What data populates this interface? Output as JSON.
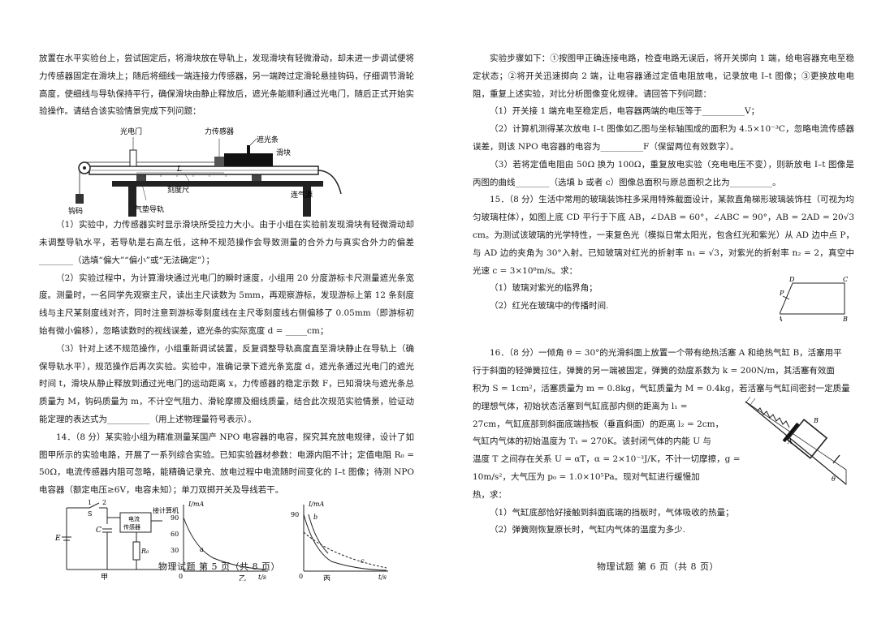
{
  "left_page": {
    "p_intro": "放置在水平实验台上，尝试固定后，将滑块放在导轨上，发现滑块有轻微滑动，却未进一步调试便将力传感器固定在滑块上；随后将细线一端连接力传感器，另一端跨过定滑轮悬挂钩码，仔细调节滑轮高度，使细线与导轨保持平行，确保滑块由静止释放后，遮光条能顺利通过光电门，随后正式开始实验操作。请结合该实验情景完成下列问题：",
    "fig1": {
      "label_photogate": "光电门",
      "label_force_sensor": "力传感器",
      "label_shade": "遮光条",
      "label_slider": "滑块",
      "label_L": "L",
      "label_ruler": "刻度尺",
      "label_air_source": "连气源",
      "label_weight": "钩码",
      "label_air_track": "气垫导轨"
    },
    "q1": "（1）实验中，力传感器实时显示滑块所受拉力大小。由于小组在实验前发现滑块有轻微滑动却未调整导轨水平，若导轨是右高左低，这种不规范操作会导致测量的合外力与真实合外力的偏差________（选填“偏大”“偏小”或“无法确定”）；",
    "q2": "（2）实验过程中，为计算滑块通过光电门的瞬时速度，小组用 20 分度游标卡尺测量遮光条宽度。测量时，一名同学先观察主尺，读出主尺读数为 5mm，再观察游标，发现游标上第 12 条刻度线与主尺某刻度线对齐，同时注意到游标零刻度线在主尺零刻度线右侧偏移了 0.05mm（即游标初始有微小偏移），忽略读数时的视线误差，遮光条的实际宽度 d = _____cm；",
    "q3": "（3）针对上述不规范操作，小组重新调试装置，反复调整导轨高度直至滑块静止在导轨上（确保导轨水平），规范操作后再次实验。实验中，准确记录下遮光条宽度 d，遮光条通过光电门的遮光时间 t，滑块从静止释放到通过光电门的运动距离 x，力传感器的稳定示数 F，已知滑块与遮光条总质量为 M，钩码质量为 m，不计空气阻力、滑轮摩擦及细线质量，结合此次规范实验情景，验证动能定理的表达式为__________（用上述物理量符号表示）。",
    "q14": "14．（8 分）某实验小组为精准测量某国产 NPO 电容器的电容，探究其充放电规律，设计了如图甲所示的实验电路，开展了一系列综合实验。已知实验器材参数：电源内阻不计；定值电阻 R₀ = 50Ω，电流传感器内阻可忽略，能精确记录充、放电过程中电流随时间变化的 I–t 图像；待测 NPO 电容器（额定电压≥6V，电容未知）；单刀双掷开关及导线若干。",
    "circuit": {
      "label_S": "S",
      "label_1": "1",
      "label_2": "2",
      "label_E": "E",
      "label_C": "C",
      "label_R0": "R₀",
      "label_sensor_1": "电流",
      "label_sensor_2": "传感器",
      "label_computer": "接计算机",
      "caption": "甲"
    },
    "graph_yi": {
      "ylabel": "I/mA",
      "xlabel": "t/s",
      "origin": "0",
      "ticks": [
        "90",
        "60",
        "30"
      ],
      "curve_label": "a",
      "caption": "乙"
    },
    "graph_bing": {
      "ylabel": "I/mA",
      "xlabel": "t/s",
      "origin": "0",
      "tick": "90",
      "curve_b": "b",
      "curve_c": "c",
      "caption": "丙"
    },
    "footer": "物理试题  第 5 页（共 8 页）"
  },
  "right_page": {
    "steps": "实验步骤如下：①按图甲正确连接电路，检查电路无误后，将开关掷向 1 端，给电容器充电至稳定状态；②将开关迅速掷向 2 端，让电容器通过定值电阻放电，记录放电 I–t 图像；③更换放电电阻，重复上述实验，对比分析图像变化规律。请回答下列问题：",
    "q14_1": "（1）开关接 1 端充电至稳定后，电容器两端的电压等于__________V；",
    "q14_2": "（2）计算机测得某次放电 I–t 图像如乙图与坐标轴围成的面积为 4.5×10⁻³C，忽略电流传感器误差，则该 NPO 电容器的电容为__________F（保留两位有效数字）。",
    "q14_3": "（3）若将定值电阻由 50Ω 换为 100Ω，重复放电实验（充电电压不变），则新放电 I–t 图像是丙图的曲线________（选填 b 或者 c）图像总面积与原总面积之比为__________。",
    "q15": "15．（8 分）生活中常用的玻璃装饰柱多采用特殊截面设计，某款直角梯形玻璃装饰柱（可视为均匀玻璃柱体），如图上底 CD 平行于下底 AB，∠DAB = 60°，∠ABC = 90°，AB = 2AD = 20√3 cm。为测试该玻璃的光学特性，一束复色光（模拟日常太阳光，包含红光和紫光）从 AD 边中点 P，与 AD 边的夹角为 30°入射。已知玻璃对红光的折射率 n₁ = √3，对紫光的折射率 n₂ = 2，真空中光速 c = 3×10⁸m/s。求：",
    "q15_1": "（1）玻璃对紫光的临界角；",
    "q15_2": "（2）红光在玻璃中的传播时间.",
    "trap": {
      "A": "A",
      "B": "B",
      "C": "C",
      "D": "D",
      "P": "P"
    },
    "q16_lines": [
      "16．（8 分）一倾角 θ = 30°的光滑斜面上放置一个带有绝热活塞 A 和绝热气缸 B，活塞用平",
      "行于斜面的轻弹簧拉住，弹簧的另一端被固定，弹簧的劲度系数为 k = 200N/m，其活塞有效面",
      "积为 S = 1cm²，活塞质量为 m = 0.8kg，气缸质量为 M = 0.4kg，若活塞与气缸间密封一定质量",
      "的理想气体，初始状态活塞到气缸底部内侧的距离为 l₁ =",
      "27cm，气缸底部到斜面底端挡板（垂直斜面）的距离 l₂ = 2cm，",
      "气缸内气体的初始温度为 T₁ = 270K。该封闭气体的内能 U 与",
      "温度 T 之间存在关系 U = αT，α = 2×10⁻³J/K，不计一切摩擦，g =",
      "10m/s²，大气压为 p₀ = 1.0×10⁵Pa。现对气缸进行缓慢加",
      "热，求："
    ],
    "q16_1": "（1）气缸底部恰好接触到斜面底端的挡板时，气体吸收的热量；",
    "q16_2": "（2）弹簧刚恢复原长时，气缸内气体的温度为多少.",
    "incline": {
      "A": "A",
      "B": "B",
      "theta": "θ"
    },
    "footer": "物理试题  第 6 页（共 8 页）"
  }
}
